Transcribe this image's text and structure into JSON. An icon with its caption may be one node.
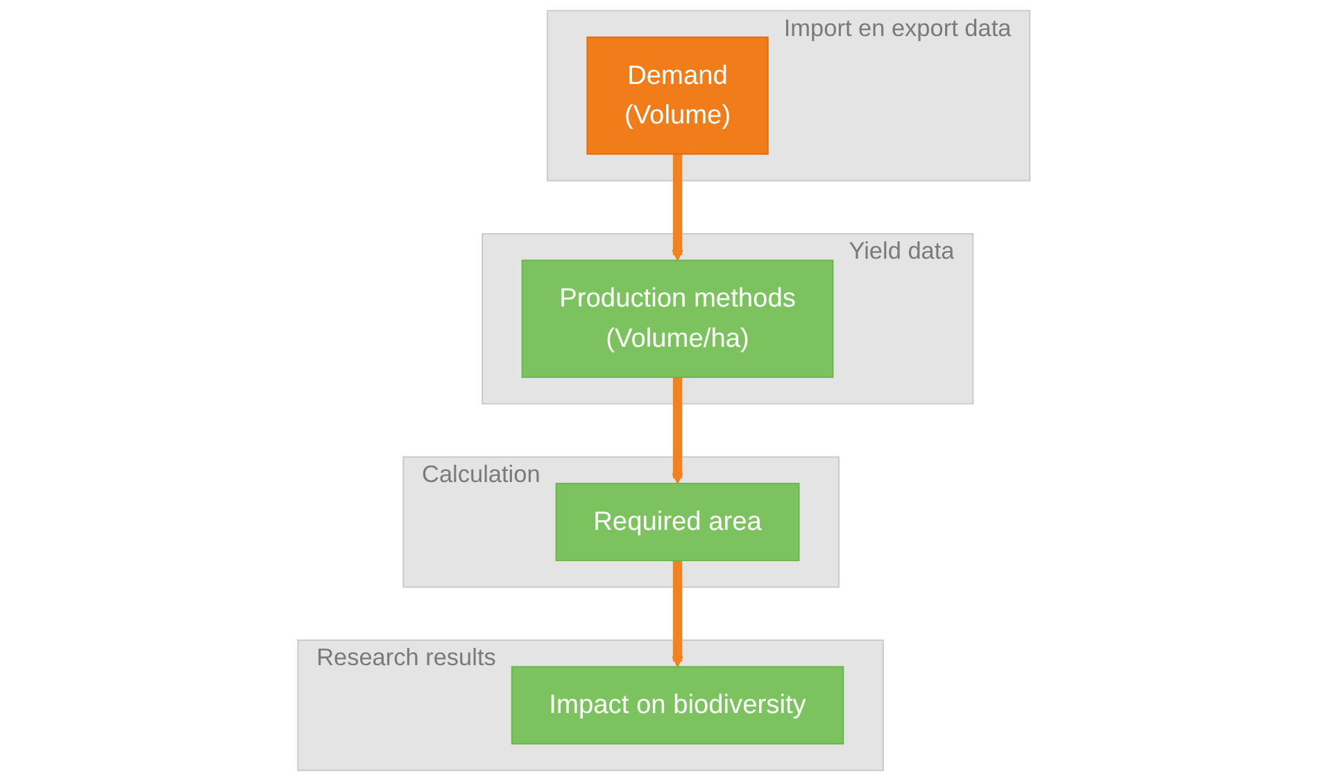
{
  "diagram": {
    "nodes": [
      {
        "text": [
          "Import en export data"
        ]
      },
      {
        "text": [
          "Demand",
          "(Volume)"
        ],
        "in": 0
      },
      {
        "text": [
          "Yield data"
        ]
      },
      {
        "text": [
          "Production methods",
          "(Volume/ha)"
        ],
        "in": 2
      },
      {
        "text": [
          "Calculation"
        ]
      },
      {
        "text": [
          "Required area"
        ],
        "in": 4
      },
      {
        "text": [
          "Research results"
        ]
      },
      {
        "text": [
          "Impact on biodiversity"
        ],
        "in": 6
      }
    ],
    "edges": [
      {
        "from": 1,
        "to": 3,
        "arrow": "to"
      },
      {
        "from": 3,
        "to": 5,
        "arrow": "to"
      },
      {
        "from": 5,
        "to": 7,
        "arrow": "to"
      }
    ]
  }
}
